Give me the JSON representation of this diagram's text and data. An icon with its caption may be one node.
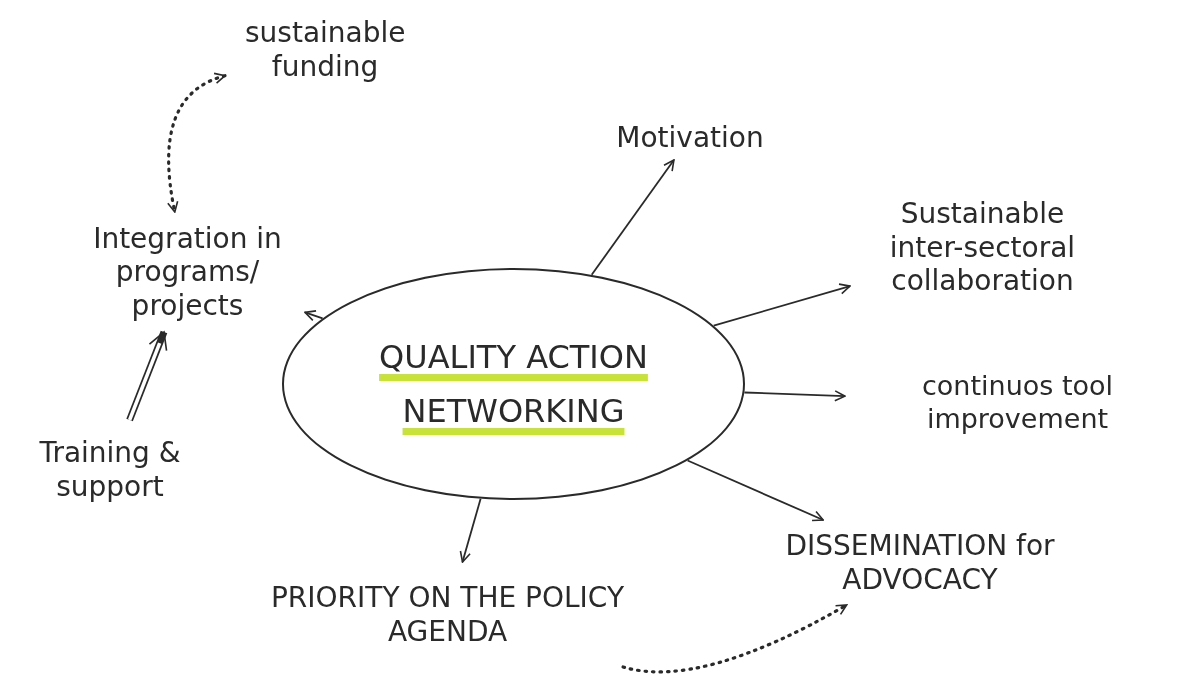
{
  "diagram": {
    "nodes": [
      {
        "text": [
          "QUALITY ACTION NETWORKING"
        ]
      },
      {
        "text": [
          "sustainable funding"
        ]
      },
      {
        "text": [
          "Motivation"
        ]
      },
      {
        "text": [
          "Integration in programs/ projects"
        ]
      },
      {
        "text": [
          "Sustainable inter-sectoral collaboration"
        ]
      },
      {
        "text": [
          "continuos tool improvement"
        ]
      },
      {
        "text": [
          "Training & support"
        ]
      },
      {
        "text": [
          "PRIORITY ON THE POLICY AGENDA"
        ]
      },
      {
        "text": [
          "DISSEMINATION for ADVOCACY"
        ]
      }
    ],
    "edges": [
      {
        "from": 0,
        "to": 3,
        "arrow": "to"
      },
      {
        "from": 0,
        "to": 2,
        "arrow": "to"
      },
      {
        "from": 0,
        "to": 4,
        "arrow": "to"
      },
      {
        "from": 0,
        "to": 5,
        "arrow": "to"
      },
      {
        "from": 0,
        "to": 8,
        "arrow": "to"
      },
      {
        "from": 0,
        "to": 7,
        "arrow": "to"
      },
      {
        "from": 6,
        "to": 3,
        "arrow": "to",
        "style": "thick"
      },
      {
        "from": 1,
        "to": 3,
        "arrow": "both",
        "style": "dashed"
      },
      {
        "from": 7,
        "to": 8,
        "arrow": "to",
        "style": "dashed"
      }
    ]
  }
}
